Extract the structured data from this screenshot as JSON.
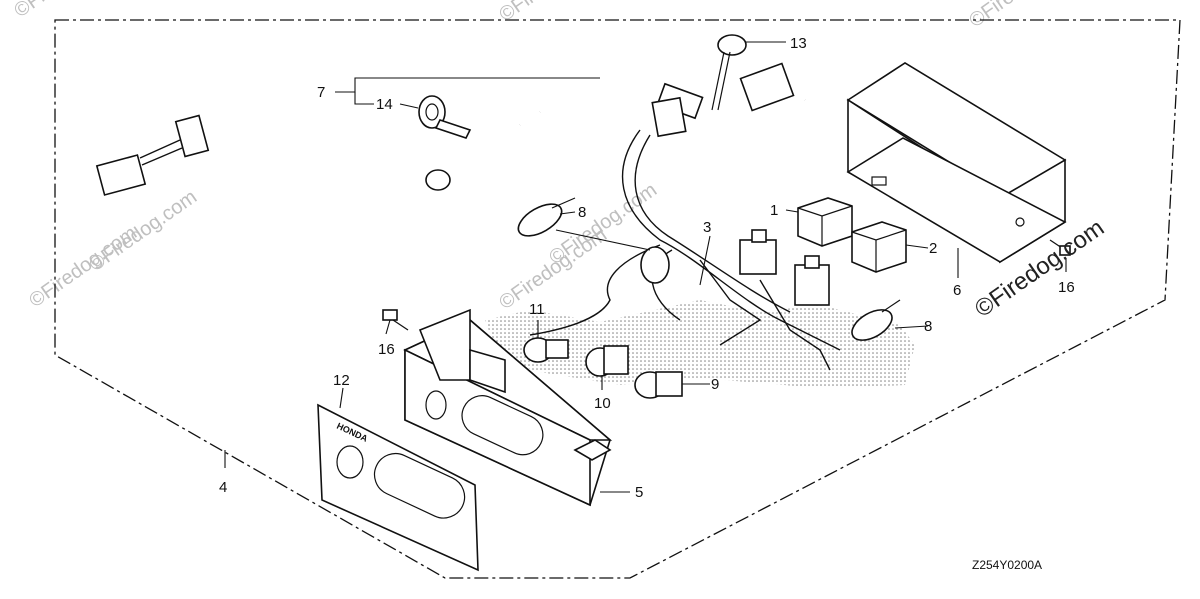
{
  "callouts": {
    "c1": "1",
    "c2": "2",
    "c3": "3",
    "c4": "4",
    "c5": "5",
    "c6": "6",
    "c7": "7",
    "c8a": "8",
    "c8b": "8",
    "c9": "9",
    "c10": "10",
    "c11": "11",
    "c12": "12",
    "c13": "13",
    "c14": "14",
    "c16a": "16",
    "c16b": "16"
  },
  "diagram_code": "Z254Y0200A",
  "watermark": {
    "main": "©Firedog.com",
    "faint": "©Firedog.com"
  },
  "panel_logo": "HONDA"
}
